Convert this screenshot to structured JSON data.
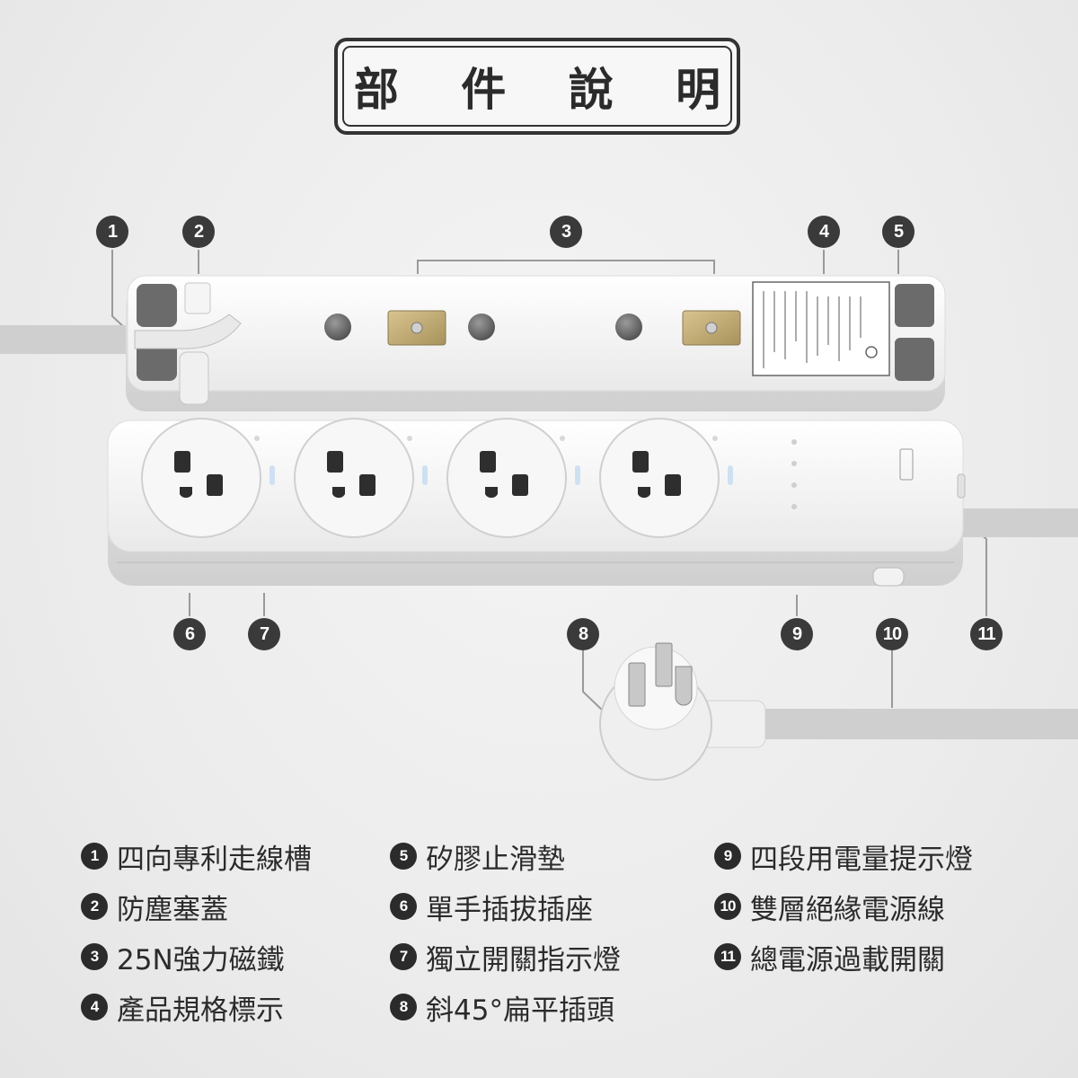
{
  "title": "部 件 說 明",
  "callouts": [
    {
      "num": "1",
      "label": "四向專利走線槽"
    },
    {
      "num": "2",
      "label": "防塵塞蓋"
    },
    {
      "num": "3",
      "label": "25N強力磁鐵"
    },
    {
      "num": "4",
      "label": "產品規格標示"
    },
    {
      "num": "5",
      "label": "矽膠止滑墊"
    },
    {
      "num": "6",
      "label": "單手插拔插座"
    },
    {
      "num": "7",
      "label": "獨立開關指示燈"
    },
    {
      "num": "8",
      "label": "斜45°扁平插頭"
    },
    {
      "num": "9",
      "label": "四段用電量提示燈"
    },
    {
      "num": "10",
      "label": "雙層絕緣電源線"
    },
    {
      "num": "11",
      "label": "總電源過載開關"
    }
  ],
  "colors": {
    "badge": "#3a3a3a",
    "text": "#2b2b2b",
    "body": "#f5f5f5",
    "pad": "#6b6b6b",
    "magnet": "#c9b27a"
  }
}
